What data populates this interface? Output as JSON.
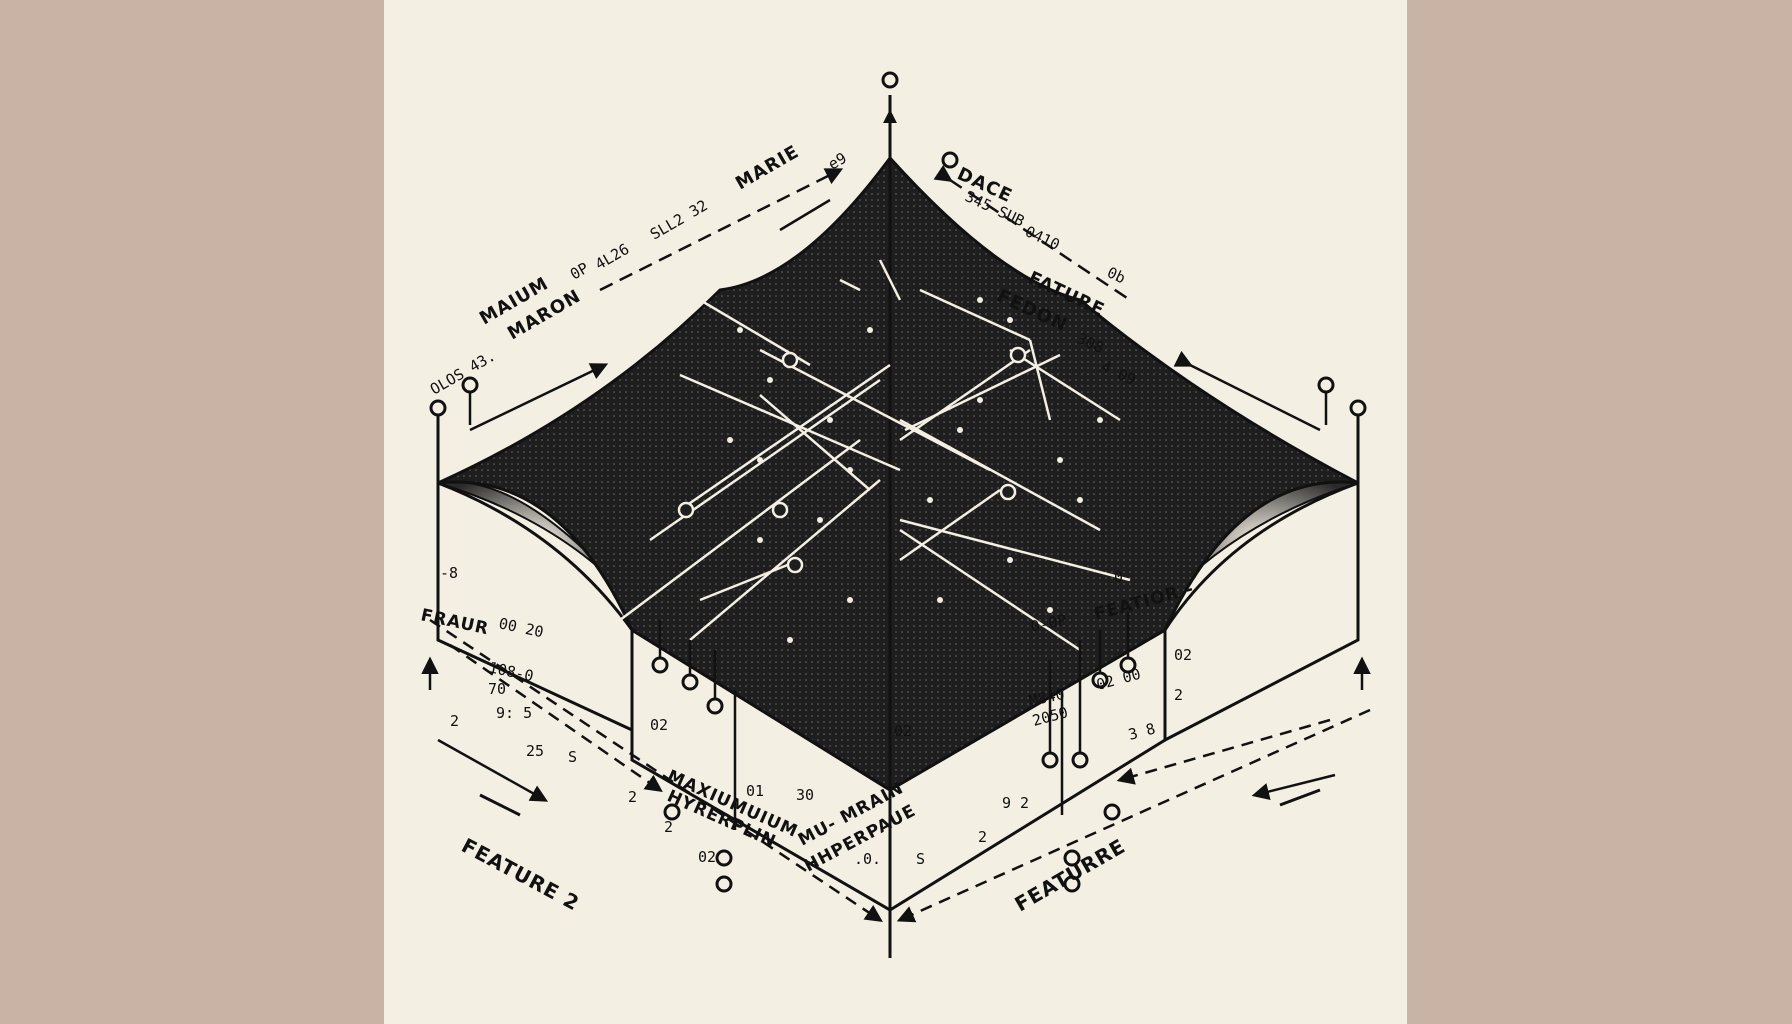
{
  "colors": {
    "background_side": "#c8b3a4",
    "panel": "#f4efe3",
    "ink": "#111111",
    "surface_fill": "#1e1e1e",
    "dot": "#f4efe3"
  },
  "labels": {
    "top_left_title": "MARIE",
    "top_left_sub": "SLL2 32",
    "top_left_nums": "4L26",
    "top_left_tick": "e9",
    "left_title_1": "MAIUM",
    "left_title_2": "MARON",
    "left_nums_1": "OLOS 43.",
    "left_tick": "0P",
    "top_right_title": "DACE",
    "top_right_sub1": "345 SUB",
    "top_right_sub2": "0410",
    "right_title_1": "FATURE",
    "right_title_2": "FEDON",
    "right_nums_1": "308",
    "right_nums_2": "4 09",
    "right_tick": "0b",
    "left_box_a": "-8",
    "left_box_b": "FRAUR",
    "left_box_c": "00 20",
    "left_box_d": "108-0",
    "left_small_1": "70",
    "left_small_2": "9: 5",
    "left_small_3": "2",
    "left_small_4": "25",
    "left_small_5": "S",
    "left_small_6": "2",
    "left_small_7": "2",
    "front_left_top": "02",
    "front_left_mid": "01",
    "front_left_1": "MAXIUMUIUM",
    "front_left_2": "HYRERPLIN",
    "front_left_3": "02",
    "front_right_top": "02",
    "front_right_mid": "30",
    "front_right_1": "MU- MRAIN",
    "front_right_2": "HHPERPAUE",
    "front_right_3": ".0.",
    "front_right_4": "S",
    "right_box_a": "0",
    "right_box_b": "0-0P",
    "right_box_c": "FEATIOR -",
    "right_box_d": "M840",
    "right_small_1": "02 00",
    "right_small_2": "02",
    "right_small_3": "2",
    "right_small_4": "2050",
    "right_small_5": "3 8",
    "right_small_6": "9 2",
    "right_small_7": "2",
    "feature_left": "FEATURE 2",
    "feature_right": "FEATURRE"
  }
}
